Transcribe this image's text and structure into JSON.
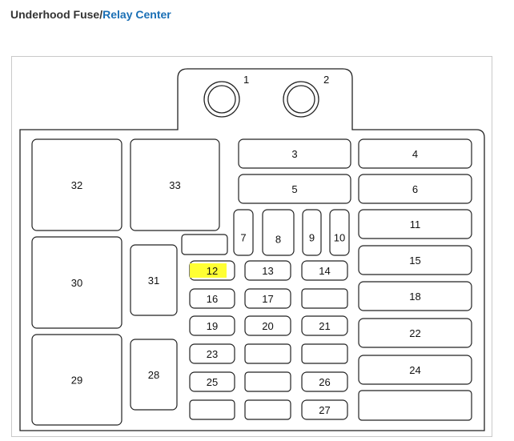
{
  "heading": {
    "prefix": "Underhood Fuse/",
    "link": "Relay Center"
  },
  "colors": {
    "highlight": "#ffff33",
    "stroke": "#222222",
    "link": "#1a6fb5"
  },
  "highlighted_position": "12",
  "mounting_points": [
    {
      "id": "m1",
      "label": "1"
    },
    {
      "id": "m2",
      "label": "2"
    }
  ],
  "positions": [
    {
      "id": "p32",
      "label": "32"
    },
    {
      "id": "p33",
      "label": "33"
    },
    {
      "id": "p30",
      "label": "30"
    },
    {
      "id": "p31",
      "label": "31"
    },
    {
      "id": "p29",
      "label": "29"
    },
    {
      "id": "p28",
      "label": "28"
    },
    {
      "id": "p3",
      "label": "3"
    },
    {
      "id": "p5",
      "label": "5"
    },
    {
      "id": "p7",
      "label": "7"
    },
    {
      "id": "p8",
      "label": "8"
    },
    {
      "id": "p9",
      "label": "9"
    },
    {
      "id": "p10",
      "label": "10"
    },
    {
      "id": "p4",
      "label": "4"
    },
    {
      "id": "p6",
      "label": "6"
    },
    {
      "id": "p11",
      "label": "11"
    },
    {
      "id": "p15",
      "label": "15"
    },
    {
      "id": "p18",
      "label": "18"
    },
    {
      "id": "p22",
      "label": "22"
    },
    {
      "id": "p24",
      "label": "24"
    },
    {
      "id": "p12",
      "label": "12"
    },
    {
      "id": "p13",
      "label": "13"
    },
    {
      "id": "p14",
      "label": "14"
    },
    {
      "id": "p16",
      "label": "16"
    },
    {
      "id": "p17",
      "label": "17"
    },
    {
      "id": "p19",
      "label": "19"
    },
    {
      "id": "p20",
      "label": "20"
    },
    {
      "id": "p21",
      "label": "21"
    },
    {
      "id": "p23",
      "label": "23"
    },
    {
      "id": "p25",
      "label": "25"
    },
    {
      "id": "p26",
      "label": "26"
    },
    {
      "id": "p27",
      "label": "27"
    }
  ]
}
